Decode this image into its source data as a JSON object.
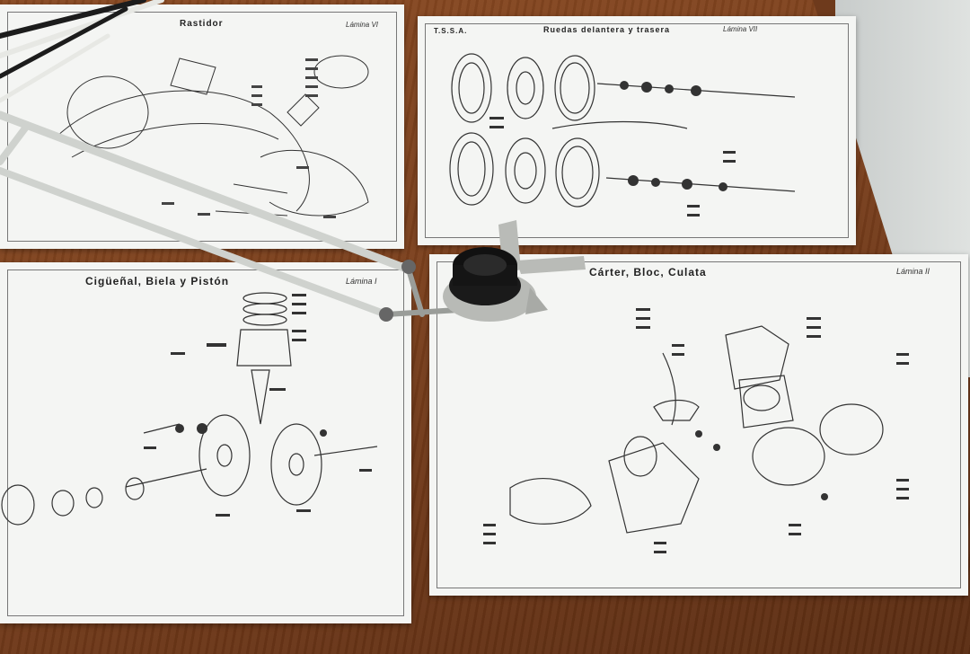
{
  "sheets": {
    "rastidor": {
      "title": "Rastidor",
      "tag": "Lámina VI"
    },
    "ruedas": {
      "brand": "T.S.S.A.",
      "title": "Ruedas delantera y trasera",
      "tag": "Lámina VII"
    },
    "ciguenal": {
      "title": "Cigüeñal, Biela y Pistón",
      "tag": "Lámina I"
    },
    "carter": {
      "title": "Cárter, Bloc, Culata",
      "tag": "Lámina II"
    }
  },
  "colors": {
    "desk": "#7a3f1c",
    "paper": "#f4f5f3",
    "ink": "#2a2a2a",
    "arm": "#d9dcd8"
  }
}
